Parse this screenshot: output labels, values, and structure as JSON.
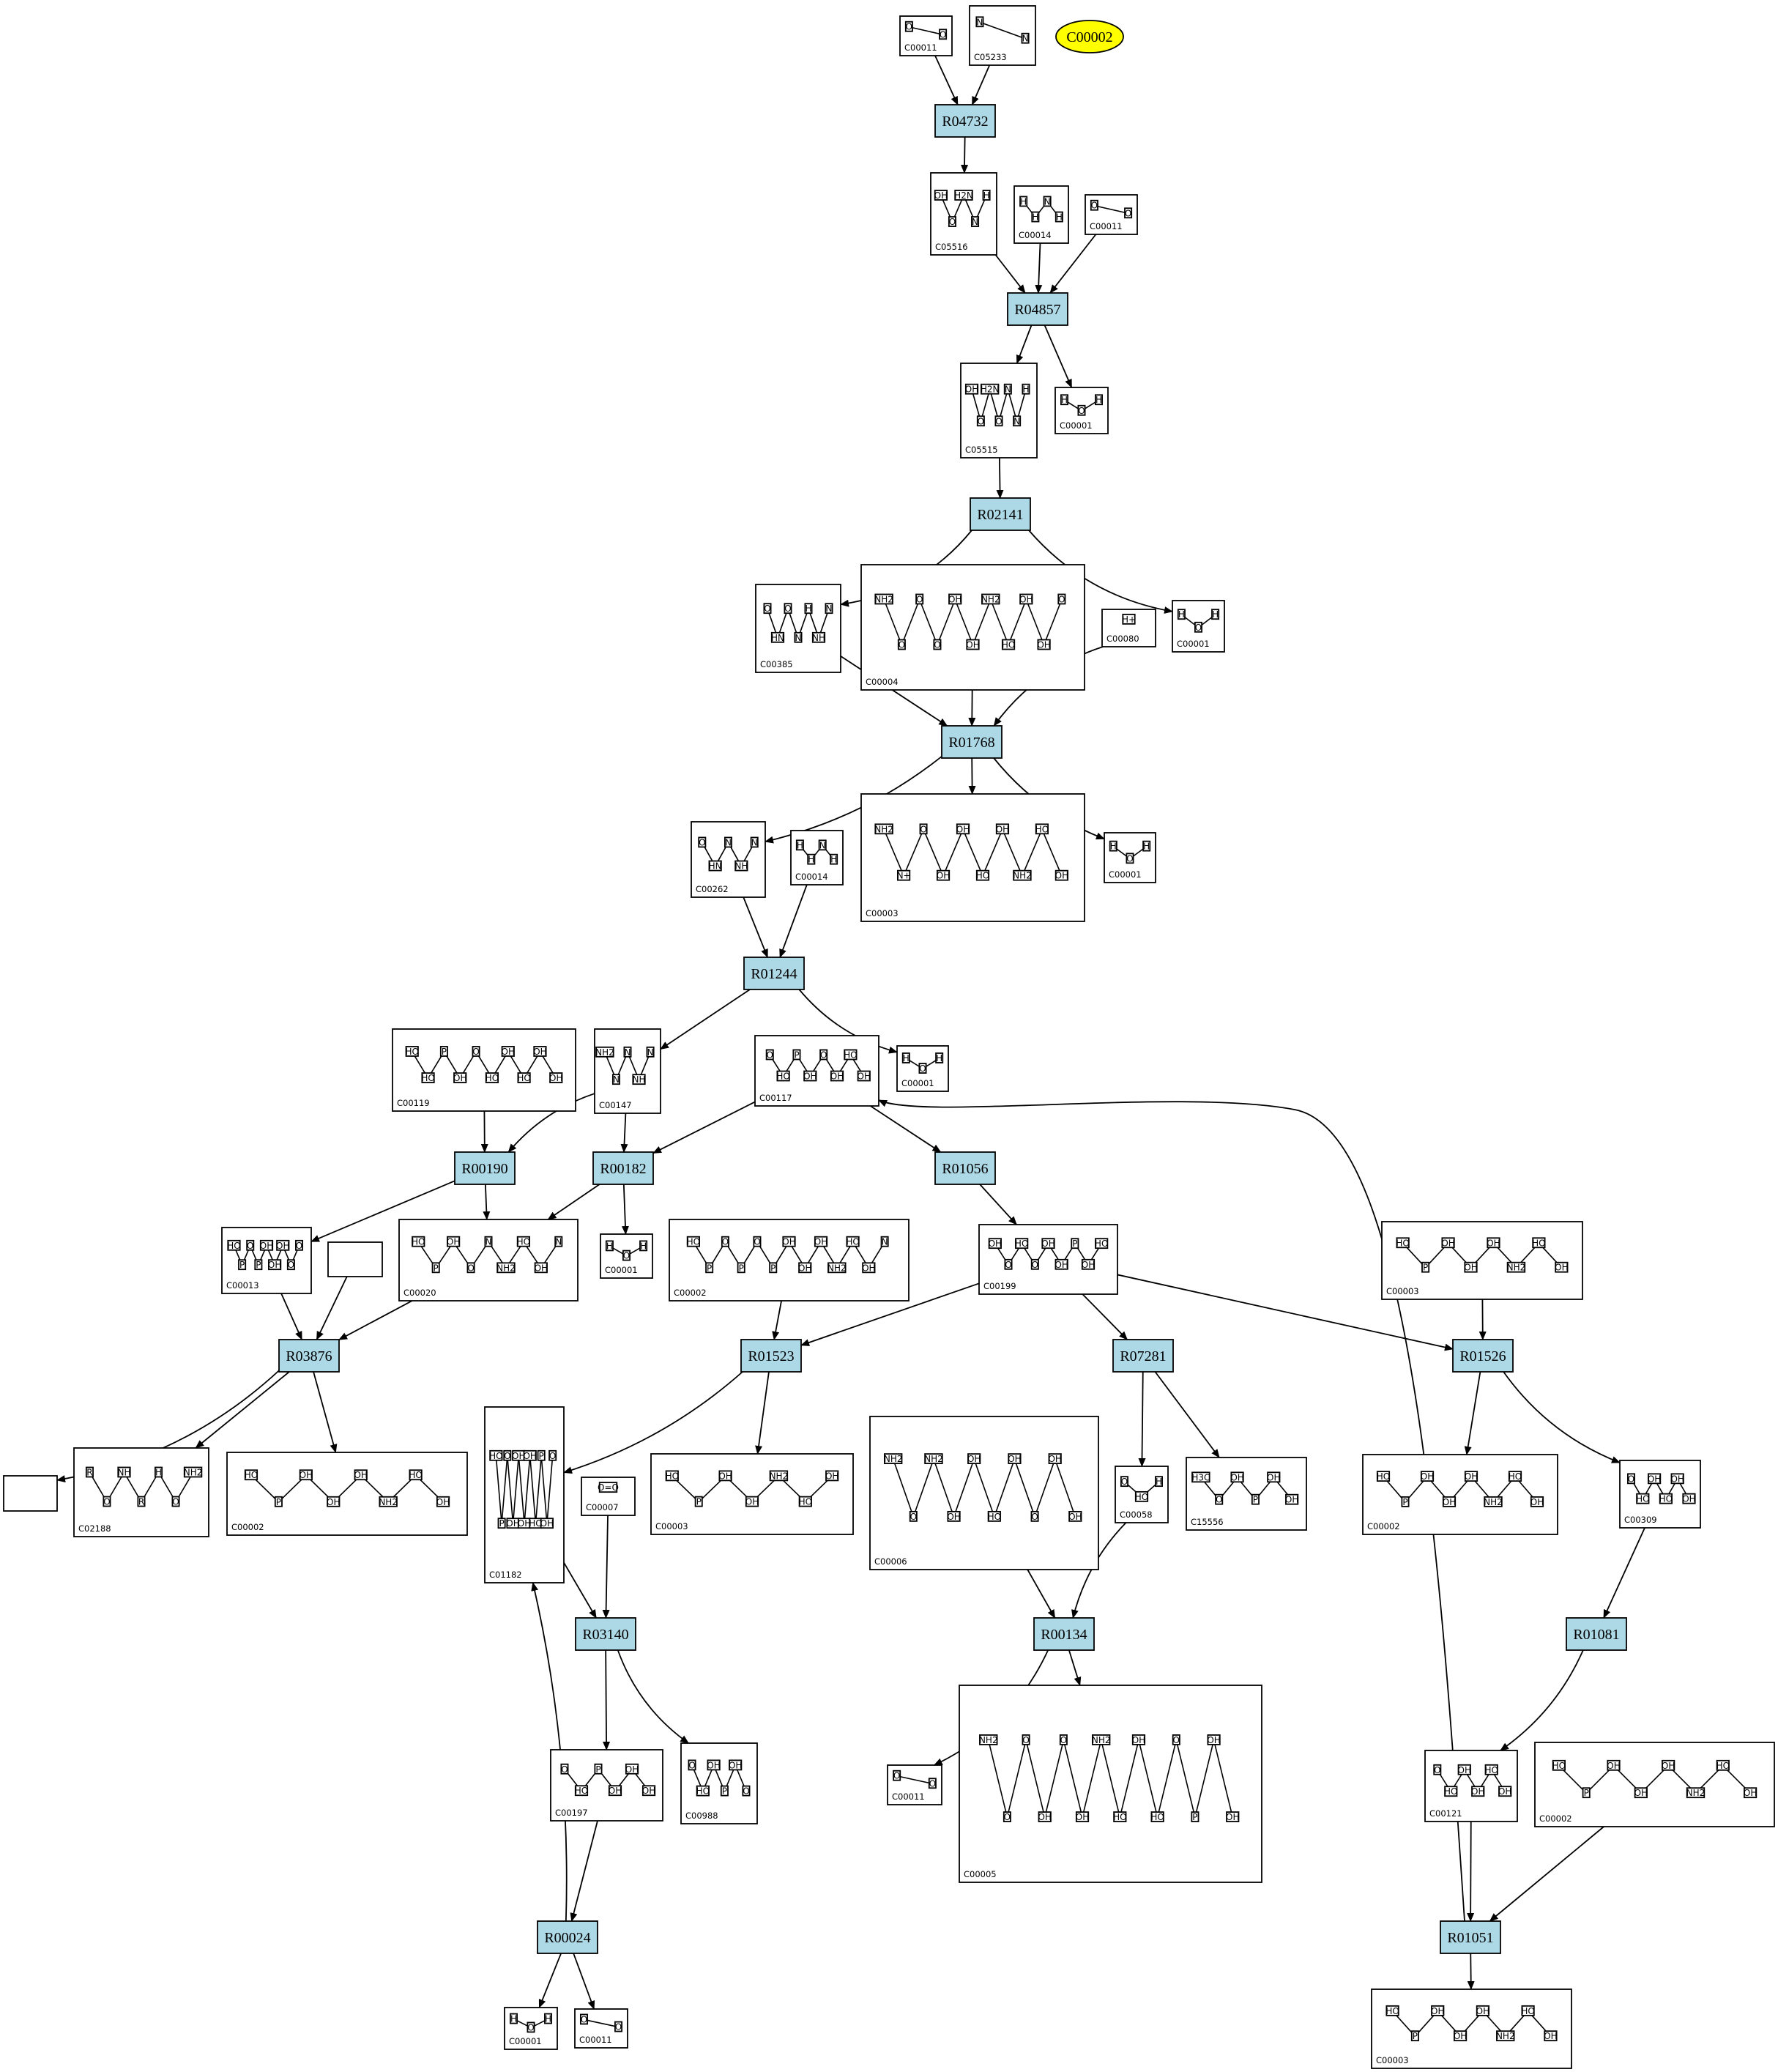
{
  "query": {
    "label": "C00002"
  },
  "reactions": [
    "R04732",
    "R04857",
    "R02141",
    "R01768",
    "R01244",
    "R00190",
    "R00182",
    "R01056",
    "R03876",
    "R01523",
    "R07281",
    "R01526",
    "R03140",
    "R00134",
    "R01081",
    "R00024",
    "R01051"
  ],
  "compounds": [
    {
      "id": "C00011",
      "atoms": [
        "O",
        "O"
      ]
    },
    {
      "id": "C05233",
      "atoms": [
        "N",
        "N"
      ]
    },
    {
      "id": "C05516",
      "atoms": [
        "OH",
        "O",
        "H2N",
        "N",
        "H"
      ]
    },
    {
      "id": "C00014",
      "atoms": [
        "H",
        "H",
        "N",
        "H"
      ]
    },
    {
      "id": "C00011",
      "atoms": [
        "O",
        "O"
      ]
    },
    {
      "id": "C05515",
      "atoms": [
        "OH",
        "O",
        "H2N",
        "O",
        "N",
        "N",
        "H"
      ]
    },
    {
      "id": "C00001",
      "atoms": [
        "H",
        "O",
        "H"
      ]
    },
    {
      "id": "C00385",
      "atoms": [
        "O",
        "HN",
        "O",
        "N",
        "H",
        "NH",
        "N"
      ]
    },
    {
      "id": "C00004",
      "atoms": [
        "NH2",
        "O",
        "O",
        "O",
        "OH",
        "OH",
        "NH2",
        "HO",
        "OH",
        "OH",
        "O"
      ]
    },
    {
      "id": "C00080",
      "atoms": [
        "H+"
      ]
    },
    {
      "id": "C00001",
      "atoms": [
        "H",
        "O",
        "H"
      ]
    },
    {
      "id": "C00262",
      "atoms": [
        "O",
        "HN",
        "N",
        "NH",
        "N"
      ]
    },
    {
      "id": "C00014",
      "atoms": [
        "H",
        "H",
        "N",
        "H"
      ]
    },
    {
      "id": "C00003",
      "atoms": [
        "NH2",
        "N+",
        "O",
        "OH",
        "OH",
        "HO",
        "OH",
        "NH2",
        "HO",
        "OH"
      ]
    },
    {
      "id": "C00001",
      "atoms": [
        "H",
        "O",
        "H"
      ]
    },
    {
      "id": "C00119",
      "atoms": [
        "HO",
        "HO",
        "P",
        "OH",
        "O",
        "HO",
        "OH",
        "HO",
        "OH",
        "OH"
      ]
    },
    {
      "id": "C00147",
      "atoms": [
        "NH2",
        "N",
        "N",
        "NH",
        "N"
      ]
    },
    {
      "id": "C00117",
      "atoms": [
        "O",
        "HO",
        "P",
        "OH",
        "O",
        "OH",
        "HO",
        "OH"
      ]
    },
    {
      "id": "C00001",
      "atoms": [
        "H",
        "O",
        "H"
      ]
    },
    {
      "id": "C00013",
      "atoms": [
        "HO",
        "P",
        "O",
        "P",
        "OH",
        "OH",
        "OH",
        "O",
        "O"
      ]
    },
    {
      "id": "",
      "atoms": []
    },
    {
      "id": "C00020",
      "atoms": [
        "HO",
        "P",
        "OH",
        "O",
        "N",
        "NH2",
        "HO",
        "OH",
        "N"
      ]
    },
    {
      "id": "C00001",
      "atoms": [
        "H",
        "O",
        "H"
      ]
    },
    {
      "id": "C00002",
      "atoms": [
        "HO",
        "P",
        "O",
        "P",
        "O",
        "P",
        "OH",
        "OH",
        "OH",
        "NH2",
        "HO",
        "OH",
        "N"
      ]
    },
    {
      "id": "C00199",
      "atoms": [
        "OH",
        "O",
        "HO",
        "O",
        "OH",
        "OH",
        "P",
        "OH",
        "HO"
      ]
    },
    {
      "id": "C00003",
      "atoms": [
        "HO",
        "P",
        "OH",
        "OH",
        "OH",
        "NH2",
        "HO",
        "OH"
      ]
    },
    {
      "id": "",
      "atoms": []
    },
    {
      "id": "C02188",
      "atoms": [
        "R",
        "O",
        "NH",
        "R",
        "H",
        "O",
        "NH2"
      ]
    },
    {
      "id": "C00002",
      "atoms": [
        "HO",
        "P",
        "OH",
        "OH",
        "OH",
        "NH2",
        "HO",
        "OH"
      ]
    },
    {
      "id": "C01182",
      "atoms": [
        "HO",
        "P",
        "O",
        "OH",
        "OH",
        "OH",
        "OH",
        "HO",
        "P",
        "OH",
        "O"
      ]
    },
    {
      "id": "C00007",
      "atoms": [
        "O=O"
      ]
    },
    {
      "id": "C00003",
      "atoms": [
        "HO",
        "P",
        "OH",
        "OH",
        "NH2",
        "HO",
        "OH"
      ]
    },
    {
      "id": "C00006",
      "atoms": [
        "NH2",
        "O",
        "NH2",
        "OH",
        "OH",
        "HO",
        "OH",
        "O",
        "OH",
        "OH"
      ]
    },
    {
      "id": "C00058",
      "atoms": [
        "O",
        "HO",
        "H"
      ]
    },
    {
      "id": "C15556",
      "atoms": [
        "H3C",
        "O",
        "OH",
        "P",
        "OH",
        "OH"
      ]
    },
    {
      "id": "C00002",
      "atoms": [
        "HO",
        "P",
        "OH",
        "OH",
        "OH",
        "NH2",
        "HO",
        "OH"
      ]
    },
    {
      "id": "C00309",
      "atoms": [
        "O",
        "HO",
        "OH",
        "HO",
        "OH",
        "OH"
      ]
    },
    {
      "id": "C00197",
      "atoms": [
        "O",
        "HO",
        "P",
        "OH",
        "OH",
        "OH"
      ]
    },
    {
      "id": "C00988",
      "atoms": [
        "O",
        "HO",
        "OH",
        "P",
        "OH",
        "O"
      ]
    },
    {
      "id": "C00011",
      "atoms": [
        "O",
        "O"
      ]
    },
    {
      "id": "C00005",
      "atoms": [
        "NH2",
        "O",
        "O",
        "OH",
        "O",
        "OH",
        "NH2",
        "HO",
        "OH",
        "HO",
        "O",
        "P",
        "OH",
        "OH"
      ]
    },
    {
      "id": "C00121",
      "atoms": [
        "O",
        "HO",
        "OH",
        "OH",
        "HO",
        "OH"
      ]
    },
    {
      "id": "C00002",
      "atoms": [
        "HO",
        "P",
        "OH",
        "OH",
        "OH",
        "NH2",
        "HO",
        "OH"
      ]
    },
    {
      "id": "C00001",
      "atoms": [
        "H",
        "O",
        "H"
      ]
    },
    {
      "id": "C00011",
      "atoms": [
        "O",
        "O"
      ]
    },
    {
      "id": "C00003",
      "atoms": [
        "HO",
        "P",
        "OH",
        "OH",
        "OH",
        "NH2",
        "HO",
        "OH"
      ]
    }
  ]
}
